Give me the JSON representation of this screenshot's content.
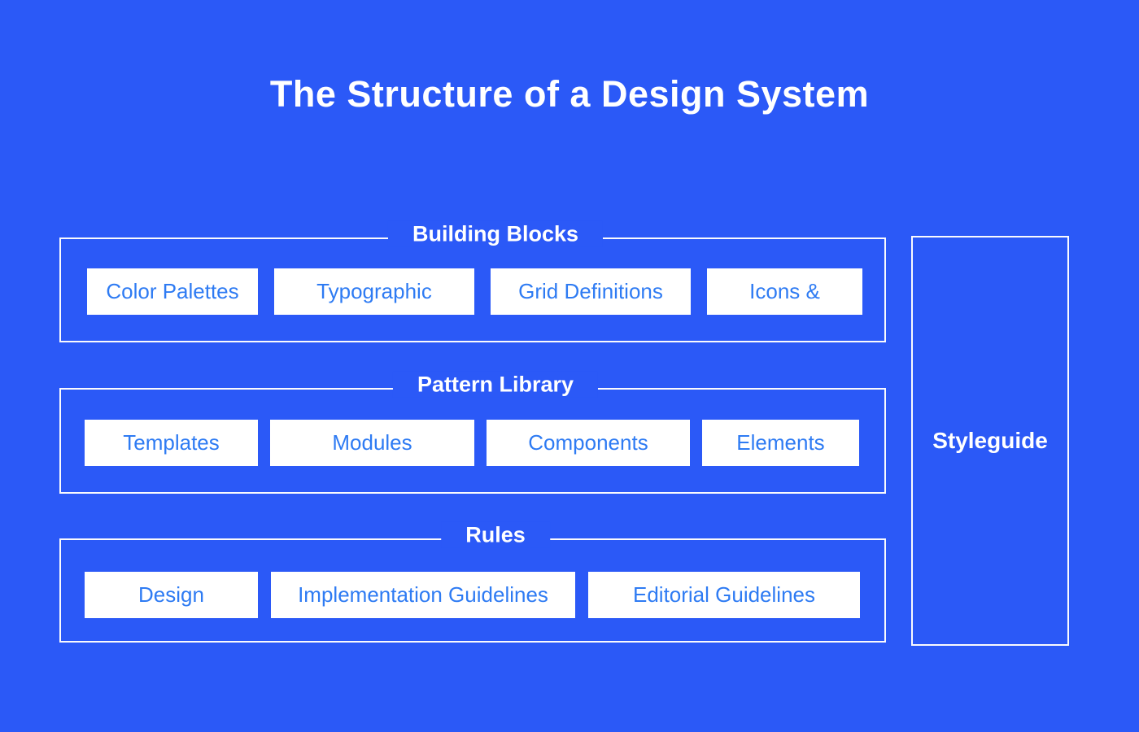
{
  "title": "The Structure of a Design System",
  "colors": {
    "background": "#2B59F7",
    "box_text": "#2E7BF3",
    "border": "#FAFAFE",
    "box_bg": "#FFFFFF"
  },
  "sections": [
    {
      "label": "Building Blocks",
      "items": [
        {
          "label": "Color Palettes"
        },
        {
          "label": "Typographic"
        },
        {
          "label": "Grid Definitions"
        },
        {
          "label": "Icons &"
        }
      ]
    },
    {
      "label": "Pattern Library",
      "items": [
        {
          "label": "Templates"
        },
        {
          "label": "Modules"
        },
        {
          "label": "Components"
        },
        {
          "label": "Elements"
        }
      ]
    },
    {
      "label": "Rules",
      "items": [
        {
          "label": "Design"
        },
        {
          "label": "Implementation Guidelines"
        },
        {
          "label": "Editorial Guidelines"
        }
      ]
    }
  ],
  "styleguide": {
    "label": "Styleguide"
  }
}
